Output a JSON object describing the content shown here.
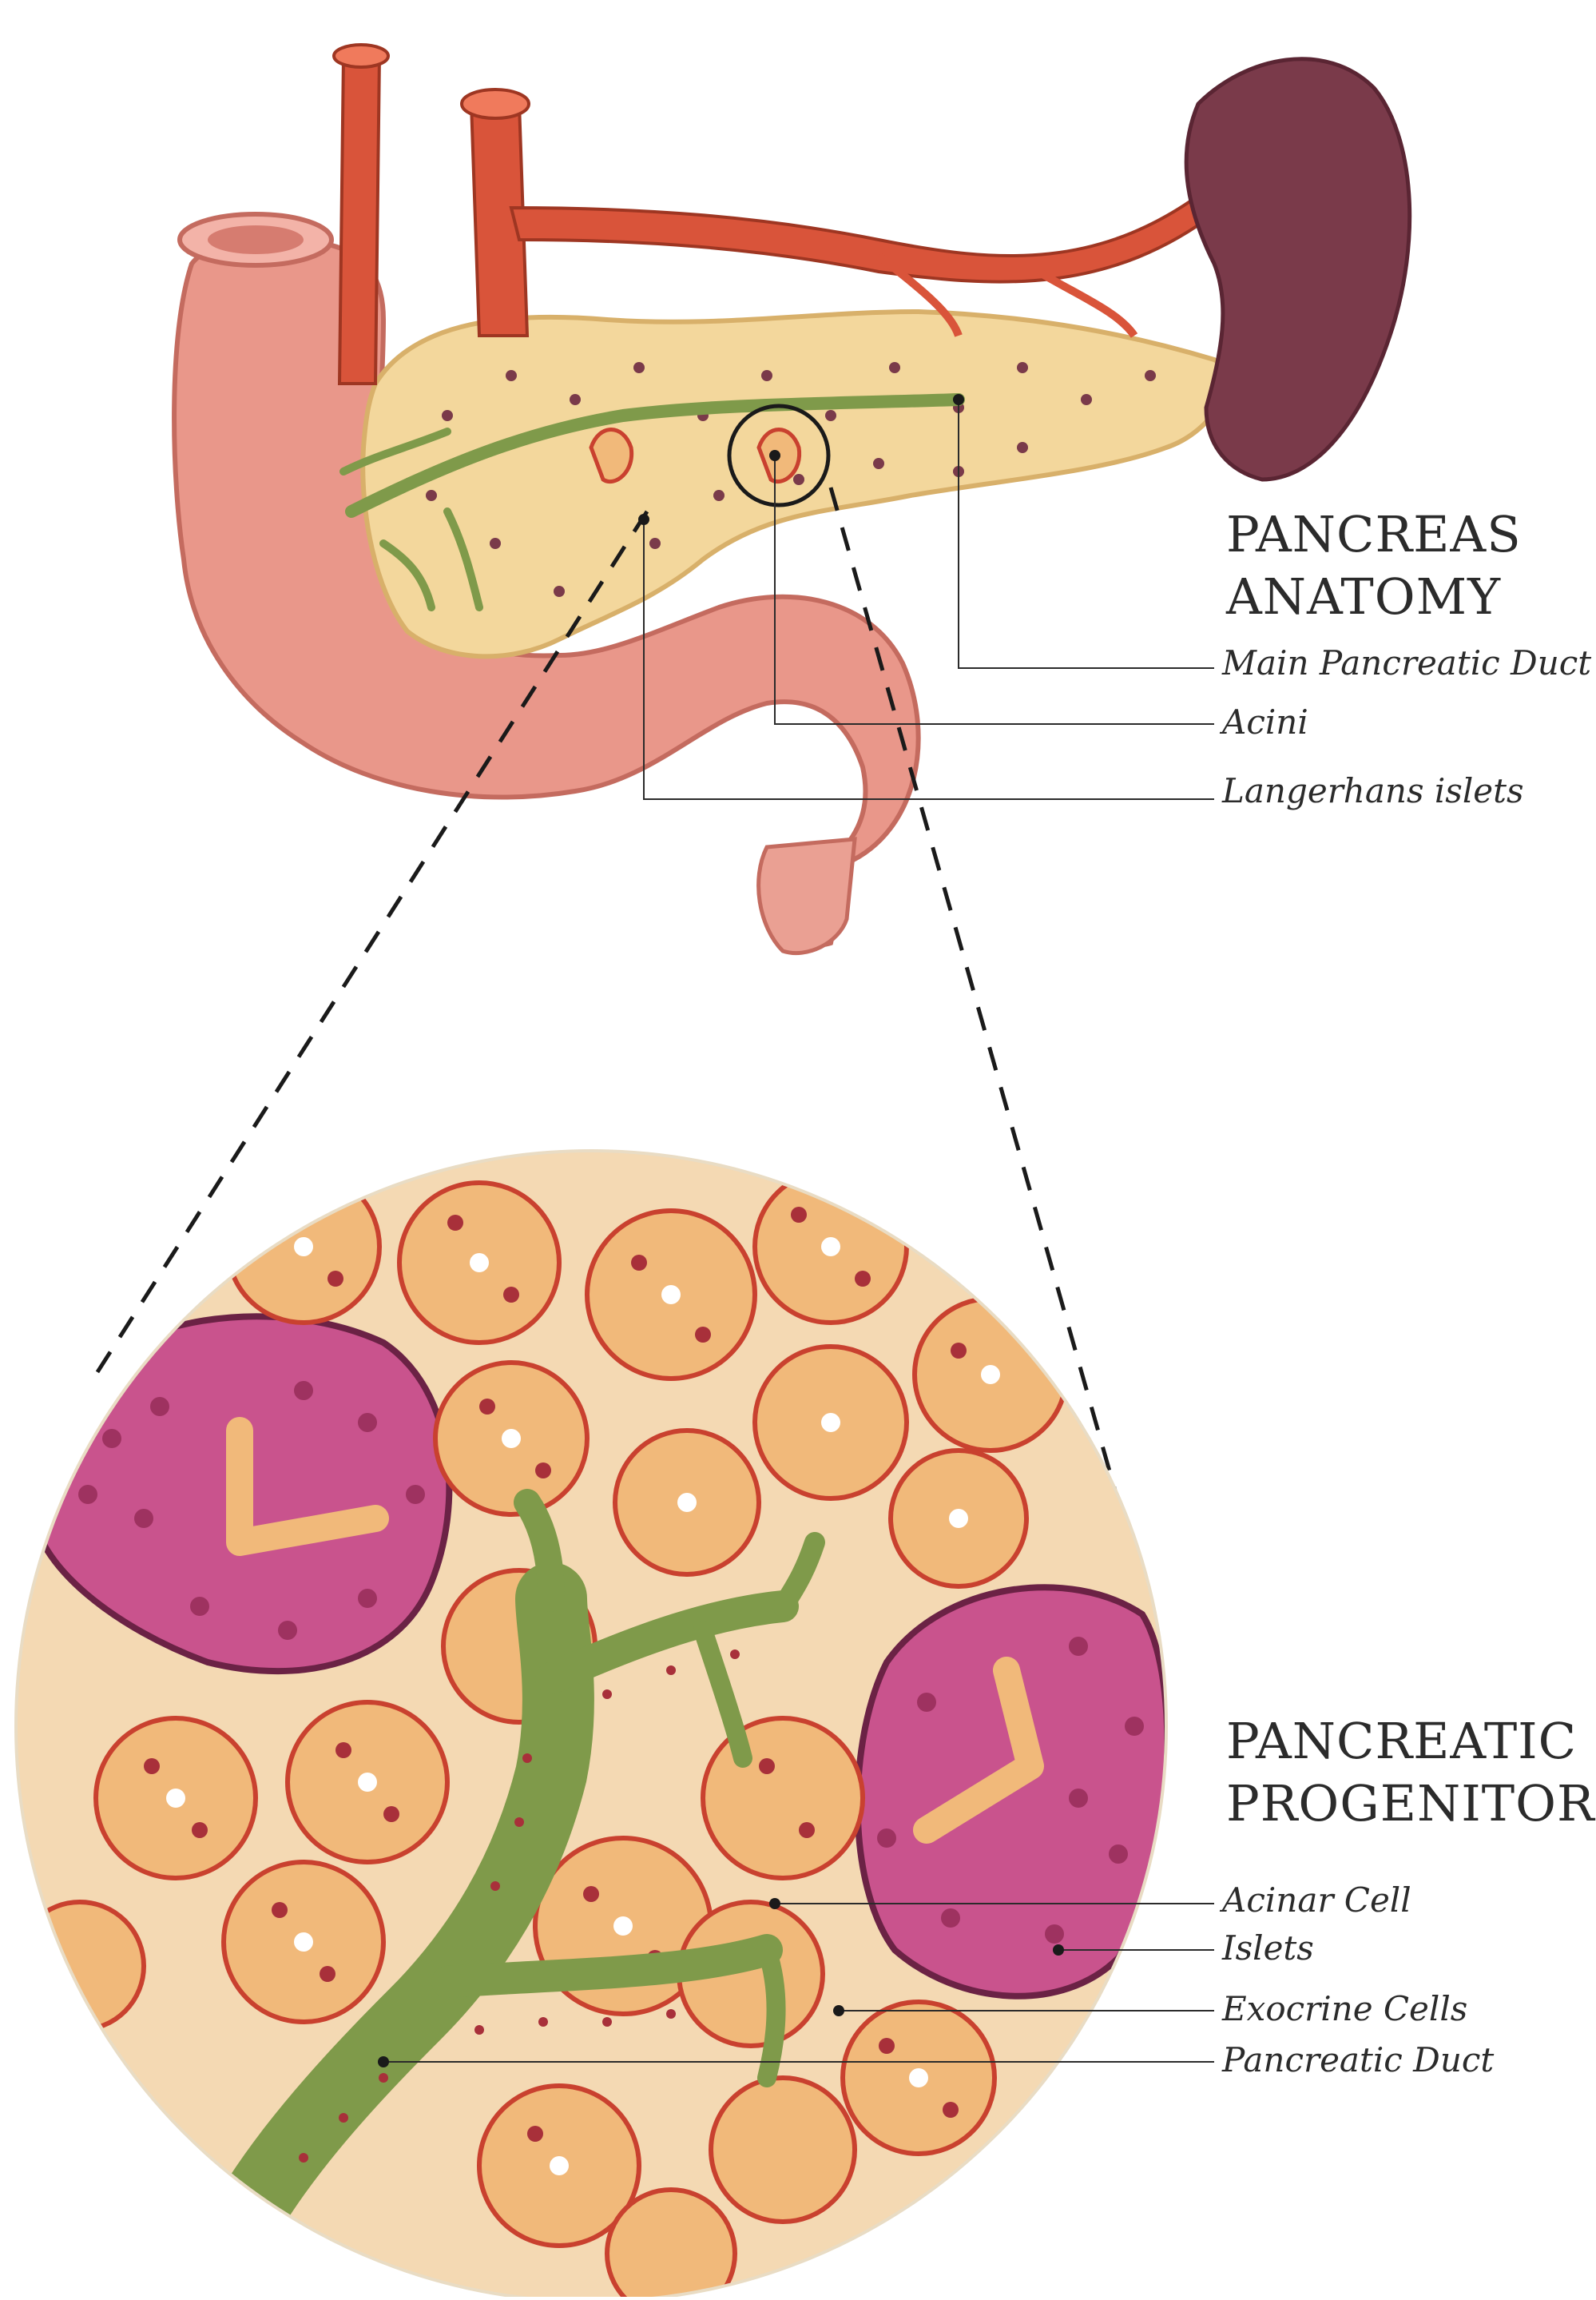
{
  "anatomy": {
    "title_line1": "PANCREAS",
    "title_line2": "ANATOMY",
    "labels": [
      "Main Pancreatic Duct",
      "Acini",
      "Langerhans islets"
    ]
  },
  "progenitor": {
    "title_line1": "PANCREATIC",
    "title_line2": "PROGENITOR",
    "labels": [
      "Acinar Cell",
      "Islets",
      "Exocrine Cells",
      "Pancreatic Duct"
    ]
  },
  "colors": {
    "duodenum": "#e9978a",
    "pancreas": "#f3d79c",
    "artery": "#d9543a",
    "spleen": "#7a3a4a",
    "duct": "#7f9a4a",
    "islet": "#c9538d",
    "islet_border": "#6b2245",
    "acinus": "#f1b97a",
    "acinus_border": "#c9412f",
    "tissue_bg": "#f4d9b3"
  }
}
